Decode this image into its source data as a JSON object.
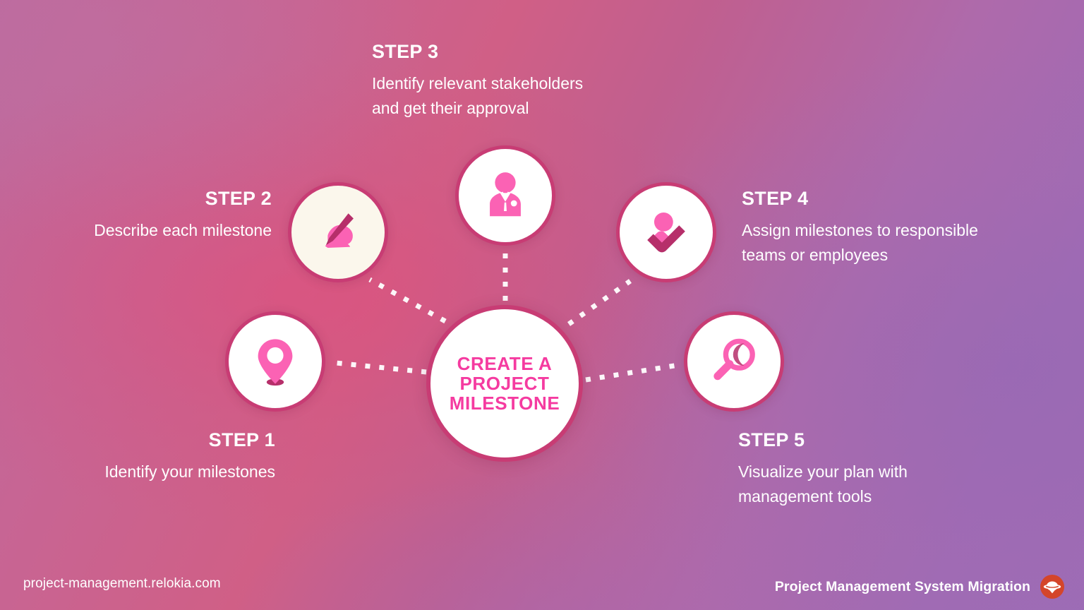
{
  "theme": {
    "accent_pink": "#f53ba0",
    "ring_pink": "#c83c74",
    "icon_pink": "#fb62b4",
    "icon_dark_pink": "#b62f6a",
    "text_white": "#ffffff",
    "logo_orange": "#d4452a",
    "bg_left": "#c7659a",
    "bg_mid": "#d05f86",
    "bg_right": "#9c6cb6"
  },
  "hub": {
    "label": "CREATE A\nPROJECT\nMILESTONE"
  },
  "steps": [
    {
      "id": "step-1",
      "number": "STEP 1",
      "description": "Identify your milestones",
      "icon": "map-pin-icon",
      "align": "right"
    },
    {
      "id": "step-2",
      "number": "STEP 2",
      "description": "Describe each milestone",
      "icon": "hand-writing-pen-icon",
      "align": "right"
    },
    {
      "id": "step-3",
      "number": "STEP 3",
      "description": "Identify relevant stakeholders\nand get their approval",
      "icon": "businessperson-icon",
      "align": "left"
    },
    {
      "id": "step-4",
      "number": "STEP 4",
      "description": "Assign milestones to responsible\nteams or employees",
      "icon": "person-check-icon",
      "align": "left"
    },
    {
      "id": "step-5",
      "number": "STEP 5",
      "description": "Visualize your plan with\nmanagement tools",
      "icon": "magnifying-glass-icon",
      "align": "left"
    }
  ],
  "footer": {
    "site_url": "project-management.relokia.com",
    "title": "Project Management System Migration",
    "logo_icon": "relokia-planet-logo-icon"
  }
}
